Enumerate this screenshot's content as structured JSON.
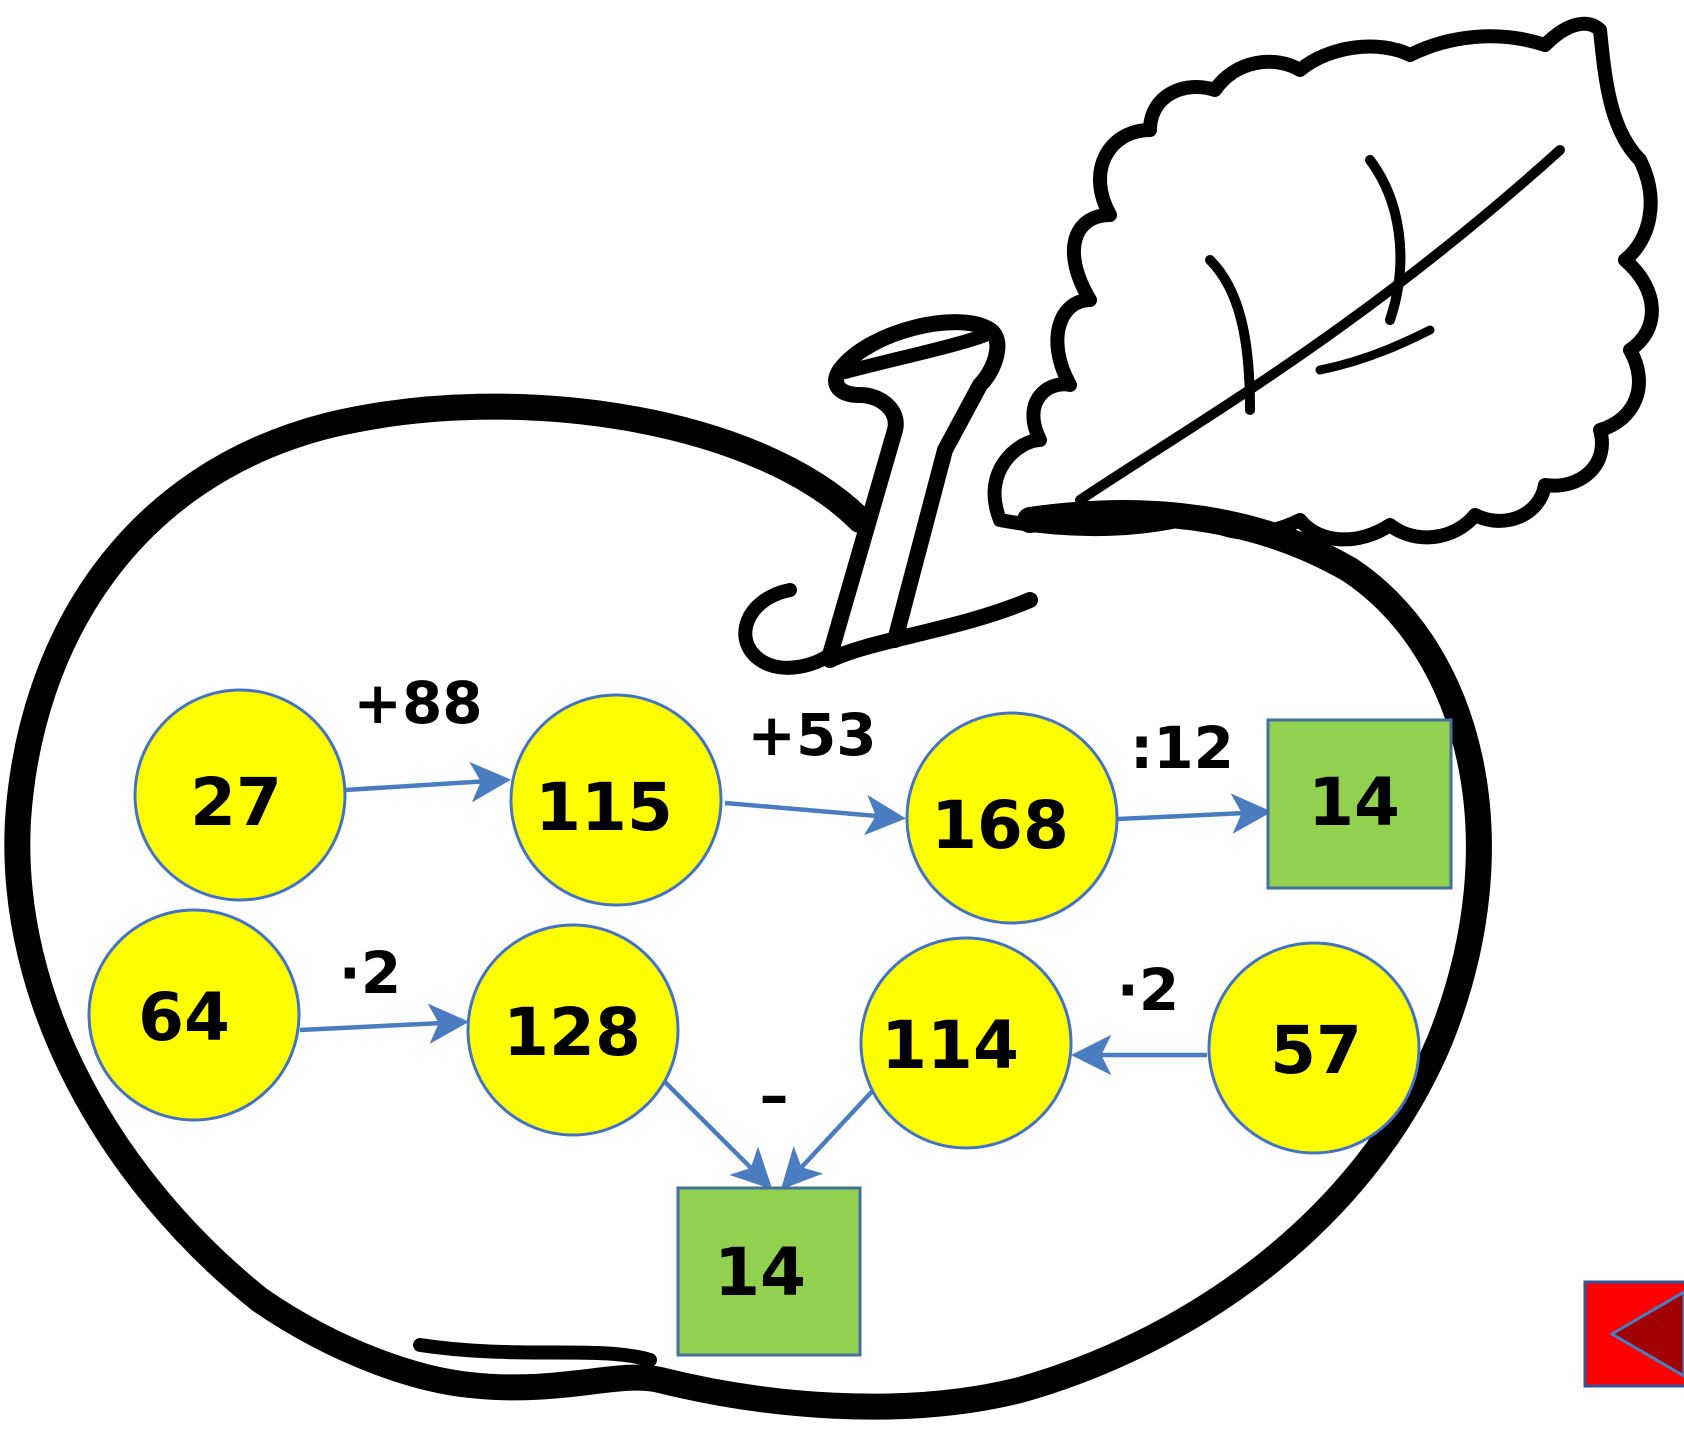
{
  "colors": {
    "circle_fill": "#ffff00",
    "circle_stroke": "#4472c4",
    "box_fill": "#92d050",
    "arrow": "#4a7cc0",
    "outline": "#000000",
    "back_button_fill": "#ff0000",
    "back_button_arrow": "#a00000"
  },
  "icons": {
    "apple": "apple-outline-icon",
    "back": "back-arrow-icon"
  },
  "chain1": {
    "n1": "27",
    "op1": "+88",
    "n2": "115",
    "op2": "+53",
    "n3": "168",
    "op3": ":12",
    "result": "14"
  },
  "chain2": {
    "n1": "64",
    "op1": "·2",
    "n2": "128",
    "n3": "114",
    "op3": "·2",
    "n4": "57",
    "op_minus": "–",
    "result": "14"
  }
}
